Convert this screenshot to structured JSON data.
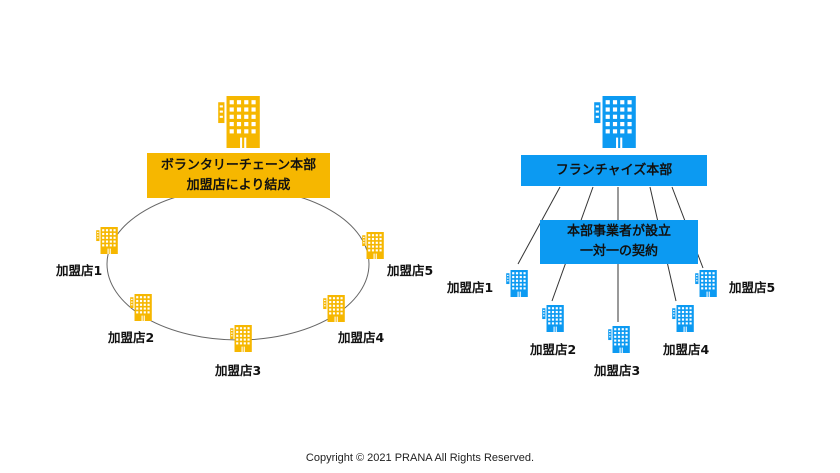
{
  "colors": {
    "voluntary": "#f6b700",
    "franchise": "#0c9af2",
    "line": "#555555"
  },
  "voluntary_chain": {
    "hq_icon": "office-building-icon",
    "hq_box": {
      "line1": "ボランタリーチェーン本部",
      "line2": "加盟店により結成"
    },
    "stores": [
      {
        "label": "加盟店1",
        "icon": "store-building-icon"
      },
      {
        "label": "加盟店2",
        "icon": "store-building-icon"
      },
      {
        "label": "加盟店3",
        "icon": "store-building-icon"
      },
      {
        "label": "加盟店4",
        "icon": "store-building-icon"
      },
      {
        "label": "加盟店5",
        "icon": "store-building-icon"
      }
    ]
  },
  "franchise_chain": {
    "hq_icon": "office-building-icon",
    "hq_box": {
      "line1": "フランチャイズ本部"
    },
    "contract_box": {
      "line1": "本部事業者が設立",
      "line2": "一対一の契約"
    },
    "stores": [
      {
        "label": "加盟店1",
        "icon": "store-building-icon"
      },
      {
        "label": "加盟店2",
        "icon": "store-building-icon"
      },
      {
        "label": "加盟店3",
        "icon": "store-building-icon"
      },
      {
        "label": "加盟店4",
        "icon": "store-building-icon"
      },
      {
        "label": "加盟店5",
        "icon": "store-building-icon"
      }
    ]
  },
  "footer": {
    "copyright": "Copyright © 2021 PRANA All Rights Reserved."
  }
}
